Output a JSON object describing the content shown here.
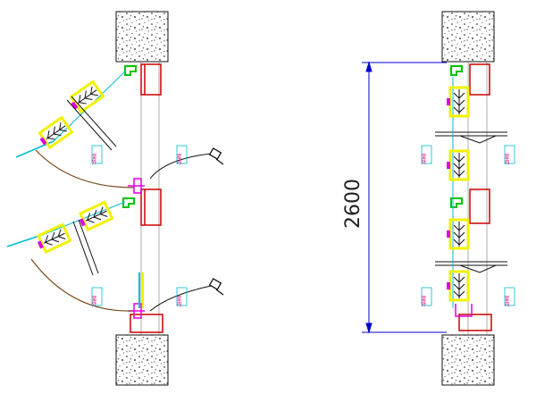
{
  "dimension": {
    "value": "2600"
  },
  "labels": {
    "outdoor": "室外",
    "indoor": "室内"
  },
  "colors": {
    "wall": "#cc0000",
    "glass": "#00bcd4",
    "green": "#00c400",
    "yellow": "#f1f100",
    "magenta": "#e000e0",
    "dim_line": "#0000cc",
    "arc": "#7a4a1a",
    "concrete": "#111111"
  }
}
